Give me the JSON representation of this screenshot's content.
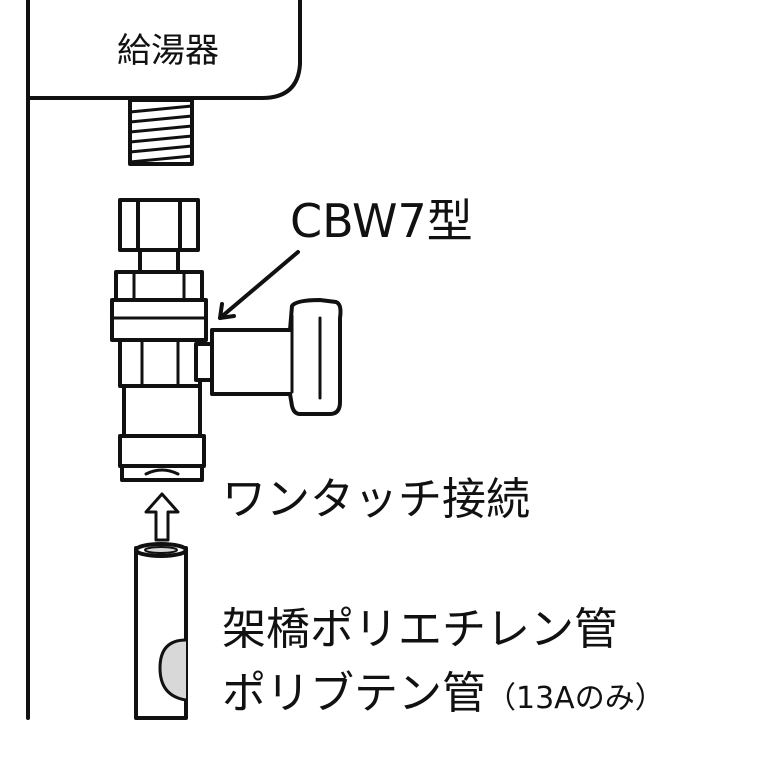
{
  "labels": {
    "water_heater": "給湯器",
    "model": "CBW7型",
    "one_touch": "ワンタッチ接続",
    "pipe_line1": "架橋ポリエチレン管",
    "pipe_line2": "ポリブテン管",
    "pipe_note": "（13Aのみ）"
  },
  "colors": {
    "line": "#111111",
    "background": "#ffffff",
    "fitting_fill": "#ffffff",
    "pipe_shade": "#d8d8d8"
  }
}
